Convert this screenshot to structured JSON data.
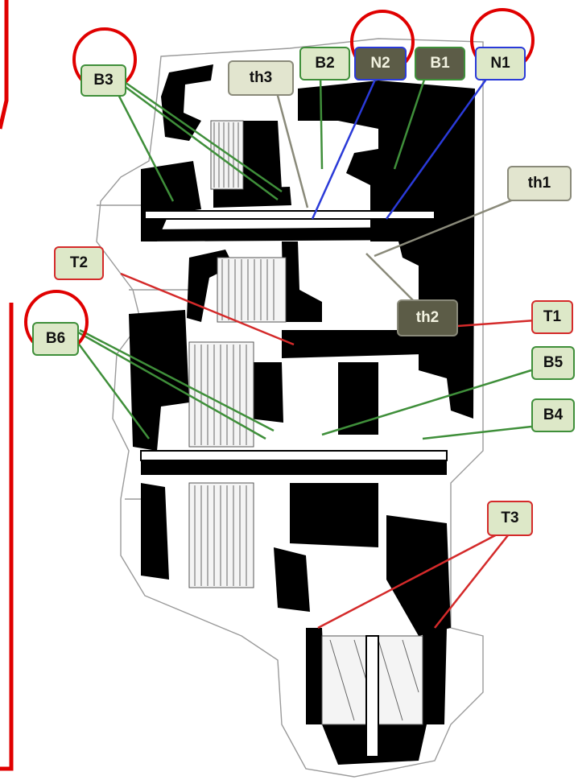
{
  "labels": {
    "b3": "B3",
    "th3": "th3",
    "b2": "B2",
    "n2": "N2",
    "b1": "B1",
    "n1": "N1",
    "th1": "th1",
    "t2": "T2",
    "th2": "th2",
    "t1": "T1",
    "b6": "B6",
    "b5": "B5",
    "b4": "B4",
    "t3": "T3"
  },
  "colors": {
    "bearing_leader": "#3f8f3a",
    "needle_leader": "#2a3ad8",
    "taper_leader": "#d42a2a",
    "thrust_leader": "#8a8a7a",
    "highlight_circle": "#e00000",
    "section_fill": "#000000"
  }
}
